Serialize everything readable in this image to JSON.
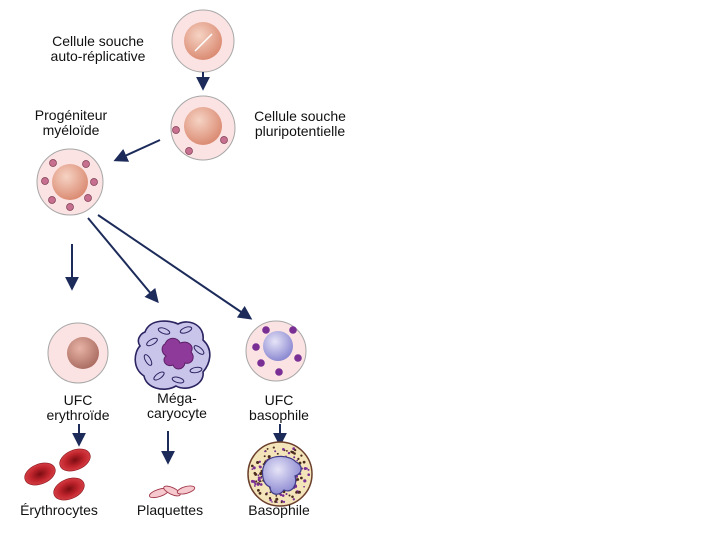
{
  "labels": {
    "self_renewing_stem_cell": [
      "Cellule souche",
      "auto-réplicative"
    ],
    "myeloid_progenitor": [
      "Progéniteur",
      "myéloïde"
    ],
    "pluripotent_stem_cell": [
      "Cellule souche",
      "pluripotentielle"
    ],
    "cfu_erythroid": [
      "UFC",
      "erythroïde"
    ],
    "megakaryocyte": [
      "Méga-",
      "caryocyte"
    ],
    "cfu_basophil": [
      "UFC",
      "basophile"
    ],
    "erythrocytes": "Érythrocytes",
    "platelets": "Plaquettes",
    "basophil": "Basophile"
  },
  "colors": {
    "cell_membrane": "#fbe3e3",
    "nucleus": "#e3a48e",
    "granule": "#c76f8e",
    "arrow": "#1c2b5a",
    "megakaryocyte_cytoplasm": "#c9c4ea",
    "megakaryocyte_nucleus": "#8e3a9a",
    "basophil_granule": "#7a2f94",
    "basophil_nucleus": "#9c9ad8",
    "basophil_cytoplasm": "#f4e4ba",
    "erythrocyte": "#c0242c"
  }
}
